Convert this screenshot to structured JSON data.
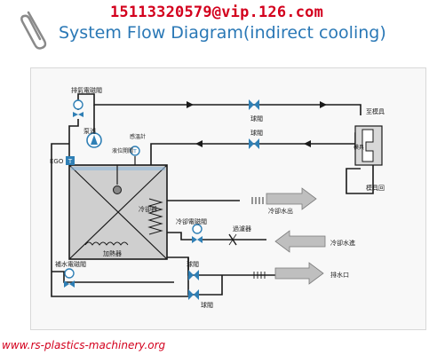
{
  "header": {
    "phone": "15113320579@vip.126.com",
    "title": "System Flow Diagram(indirect cooling)"
  },
  "footer": {
    "website": "www.rs-plastics-machinery.org"
  },
  "labels": {
    "exhaust_solenoid": "排氣電磁閥",
    "pump": "泵浦",
    "level_switch": "液位開關",
    "thermometer": "感溫計",
    "ball_valve_top": "球閥",
    "ball_valve_mid": "球閥",
    "mold_in": "至模具",
    "mold_out": "模具回",
    "mold": "模具",
    "ego": "EGO",
    "cooler": "冷卻器",
    "heater": "加熱器",
    "cooling_water_out": "冷卻水出",
    "cooling_solenoid": "冷卻電磁閥",
    "filter": "過濾器",
    "cooling_water_in": "冷卻水進",
    "ball_valve_bottom": "球閥",
    "ball_valve_lowest": "球閥",
    "drain": "排水口",
    "fill_solenoid": "補水電磁閥",
    "thermometer_icon": "T"
  },
  "colors": {
    "pipe": "#1a1a1a",
    "valve": "#2f7fb5",
    "arrow_fill": "#bfbfbf",
    "tank_fill": "#cfcfcf",
    "title": "#2a78b6",
    "accent_red": "#d3001d"
  },
  "icons": {
    "clip": "paperclip-icon",
    "pump": "pump-icon",
    "valve": "ball-valve-icon",
    "solenoid": "solenoid-valve-icon",
    "thermometer": "thermometer-icon",
    "level_switch": "level-switch-icon",
    "heater": "heater-coil-icon",
    "mold": "mold-icon",
    "flow_arrow": "flow-arrow-icon"
  }
}
